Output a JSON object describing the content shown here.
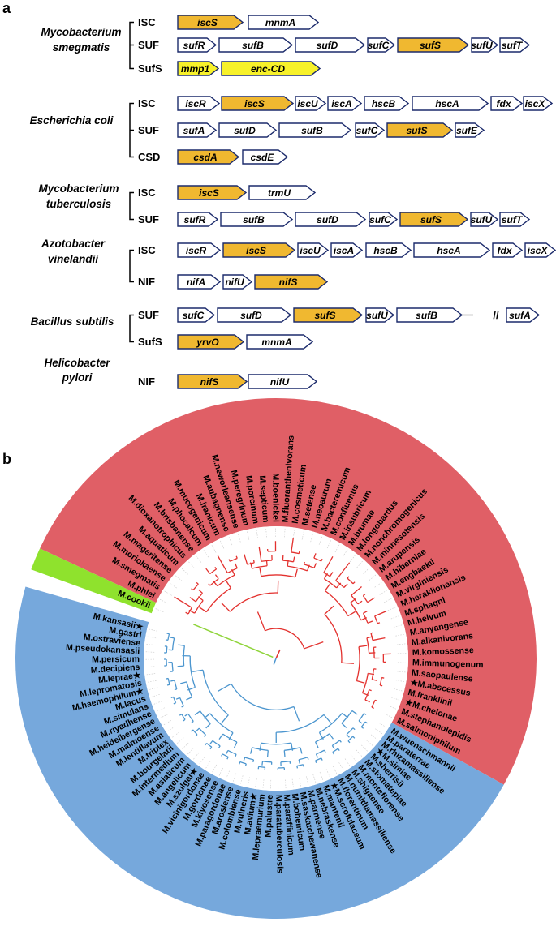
{
  "panel_a": {
    "label": "a",
    "organisms": [
      {
        "name": [
          "Mycobacterium",
          "smegmatis"
        ],
        "systems": [
          {
            "name": "ISC",
            "genes": [
              {
                "name": "iscS",
                "color": "#f0b830"
              },
              {
                "name": "mnmA",
                "color": "#ffffff"
              }
            ]
          },
          {
            "name": "SUF",
            "genes": [
              {
                "name": "sufR",
                "color": "#ffffff"
              },
              {
                "name": "sufB",
                "color": "#ffffff"
              },
              {
                "name": "sufD",
                "color": "#ffffff"
              },
              {
                "name": "sufC",
                "color": "#ffffff"
              },
              {
                "name": "sufS",
                "color": "#f0b830"
              },
              {
                "name": "sufU",
                "color": "#ffffff"
              },
              {
                "name": "sufT",
                "color": "#ffffff"
              }
            ]
          },
          {
            "name": "SufS",
            "genes": [
              {
                "name": "mmp1",
                "color": "#f7f12a"
              },
              {
                "name": "enc-CD",
                "color": "#f7f12a"
              }
            ]
          }
        ]
      },
      {
        "name": [
          "Escherichia coli"
        ],
        "systems": [
          {
            "name": "ISC",
            "genes": [
              {
                "name": "iscR",
                "color": "#ffffff"
              },
              {
                "name": "iscS",
                "color": "#f0b830"
              },
              {
                "name": "iscU",
                "color": "#ffffff"
              },
              {
                "name": "iscA",
                "color": "#ffffff"
              },
              {
                "name": "hscB",
                "color": "#ffffff"
              },
              {
                "name": "hscA",
                "color": "#ffffff"
              },
              {
                "name": "fdx",
                "color": "#ffffff"
              },
              {
                "name": "iscX",
                "color": "#ffffff"
              }
            ]
          },
          {
            "name": "SUF",
            "genes": [
              {
                "name": "sufA",
                "color": "#ffffff"
              },
              {
                "name": "sufD",
                "color": "#ffffff"
              },
              {
                "name": "sufB",
                "color": "#ffffff"
              },
              {
                "name": "sufC",
                "color": "#ffffff"
              },
              {
                "name": "sufS",
                "color": "#f0b830"
              },
              {
                "name": "sufE",
                "color": "#ffffff"
              }
            ]
          },
          {
            "name": "CSD",
            "genes": [
              {
                "name": "csdA",
                "color": "#f0b830"
              },
              {
                "name": "csdE",
                "color": "#ffffff"
              }
            ]
          }
        ]
      },
      {
        "name": [
          "Mycobacterium",
          "tuberculosis"
        ],
        "systems": [
          {
            "name": "ISC",
            "genes": [
              {
                "name": "iscS",
                "color": "#f0b830"
              },
              {
                "name": "trmU",
                "color": "#ffffff"
              }
            ]
          },
          {
            "name": "SUF",
            "genes": [
              {
                "name": "sufR",
                "color": "#ffffff"
              },
              {
                "name": "sufB",
                "color": "#ffffff"
              },
              {
                "name": "sufD",
                "color": "#ffffff"
              },
              {
                "name": "sufC",
                "color": "#ffffff"
              },
              {
                "name": "sufS",
                "color": "#f0b830"
              },
              {
                "name": "sufU",
                "color": "#ffffff"
              },
              {
                "name": "sufT",
                "color": "#ffffff"
              }
            ]
          }
        ]
      },
      {
        "name": [
          "Azotobacter",
          "vinelandii"
        ],
        "systems": [
          {
            "name": "ISC",
            "genes": [
              {
                "name": "iscR",
                "color": "#ffffff"
              },
              {
                "name": "iscS",
                "color": "#f0b830"
              },
              {
                "name": "iscU",
                "color": "#ffffff"
              },
              {
                "name": "iscA",
                "color": "#ffffff"
              },
              {
                "name": "hscB",
                "color": "#ffffff"
              },
              {
                "name": "hscA",
                "color": "#ffffff"
              },
              {
                "name": "fdx",
                "color": "#ffffff"
              },
              {
                "name": "iscX",
                "color": "#ffffff"
              }
            ]
          },
          {
            "name": "NIF",
            "genes": [
              {
                "name": "nifA",
                "color": "#ffffff"
              },
              {
                "name": "nifU",
                "color": "#ffffff"
              },
              {
                "name": "nifS",
                "color": "#f0b830"
              }
            ]
          }
        ]
      },
      {
        "name": [
          "Bacillus subtilis"
        ],
        "systems": [
          {
            "name": "SUF",
            "genes": [
              {
                "name": "sufC",
                "color": "#ffffff"
              },
              {
                "name": "sufD",
                "color": "#ffffff"
              },
              {
                "name": "sufS",
                "color": "#f0b830"
              },
              {
                "name": "sufU",
                "color": "#ffffff"
              },
              {
                "name": "sufB",
                "color": "#ffffff"
              },
              {
                "name": "sufA",
                "color": "#ffffff"
              }
            ],
            "gap_mark": "//"
          },
          {
            "name": "SufS",
            "genes": [
              {
                "name": "yrvO",
                "color": "#f0b830"
              },
              {
                "name": "mnmA",
                "color": "#ffffff"
              }
            ]
          }
        ]
      },
      {
        "name": [
          "Helicobacter",
          "pylori"
        ],
        "systems": [
          {
            "name": "NIF",
            "genes": [
              {
                "name": "nifS",
                "color": "#f0b830"
              },
              {
                "name": "nifU",
                "color": "#ffffff"
              }
            ]
          }
        ]
      }
    ]
  },
  "panel_b": {
    "label": "b",
    "colors": {
      "red_clade": "#e05f66",
      "green_clade": "#8fe22d",
      "blue_clade": "#76a8dc",
      "red_branch": "#e3312e",
      "green_branch": "#8fd43a",
      "blue_branch": "#4c96cf"
    },
    "star": "★",
    "clades": [
      {
        "id": "red",
        "leaves": [
          {
            "name": "M.salmoniphilum",
            "star": false
          },
          {
            "name": "M.stephanolepidis",
            "star": false
          },
          {
            "name": "M.chelonae",
            "star": true
          },
          {
            "name": "M.franklinii",
            "star": false
          },
          {
            "name": "M.abscessus",
            "star": true
          },
          {
            "name": "M.saopaulense",
            "star": false
          },
          {
            "name": "M.immunogenum",
            "star": false
          },
          {
            "name": "M.komossense",
            "star": false
          },
          {
            "name": "M.alkanivorans",
            "star": false
          },
          {
            "name": "M.anyangense",
            "star": false
          },
          {
            "name": "M.helvum",
            "star": false
          },
          {
            "name": "M.sphagni",
            "star": false
          },
          {
            "name": "M.heraklionensis",
            "star": false
          },
          {
            "name": "M.virginiensis",
            "star": false
          },
          {
            "name": "M.engbaekii",
            "star": false
          },
          {
            "name": "M.hiberniae",
            "star": false
          },
          {
            "name": "M.arupensis",
            "star": false
          },
          {
            "name": "M.minnesotensis",
            "star": false
          },
          {
            "name": "M.nonchromogenicus",
            "star": false
          },
          {
            "name": "M.longobardus",
            "star": false
          },
          {
            "name": "M.brumae",
            "star": false
          },
          {
            "name": "M.insubricum",
            "star": false
          },
          {
            "name": "M.confluentis",
            "star": false
          },
          {
            "name": "M.bacteremicum",
            "star": false
          },
          {
            "name": "M.neoaurum",
            "star": false
          },
          {
            "name": "M.setense",
            "star": false
          },
          {
            "name": "M.cosmeticum",
            "star": false
          },
          {
            "name": "M.fluoranthenivorans",
            "star": false
          },
          {
            "name": "M.boenickei",
            "star": false
          },
          {
            "name": "M.septicum",
            "star": false
          },
          {
            "name": "M.porcinum",
            "star": false
          },
          {
            "name": "M.peregrinum",
            "star": false
          },
          {
            "name": "M.neworleansense",
            "star": false
          },
          {
            "name": "M.aubagnense",
            "star": false
          },
          {
            "name": "M.iranicum",
            "star": false
          },
          {
            "name": "M.mucogenicum",
            "star": false
          },
          {
            "name": "M.phocaicum",
            "star": false
          },
          {
            "name": "M.brisbanense",
            "star": false
          },
          {
            "name": "M.dioxanotrophicus",
            "star": false
          },
          {
            "name": "M.aquaticum",
            "star": false
          },
          {
            "name": "M.mageritense",
            "star": false
          },
          {
            "name": "M.moriokaense",
            "star": false
          },
          {
            "name": "M.smegmatis",
            "star": false
          },
          {
            "name": "M.phlei",
            "star": false
          }
        ]
      },
      {
        "id": "green",
        "leaves": [
          {
            "name": "M.cookii",
            "star": false
          }
        ]
      },
      {
        "id": "blue",
        "leaves": [
          {
            "name": "M.kansasii",
            "star": true
          },
          {
            "name": "M.gastri",
            "star": false
          },
          {
            "name": "M.ostraviense",
            "star": false
          },
          {
            "name": "M.pseudokansasii",
            "star": false
          },
          {
            "name": "M.persicum",
            "star": false
          },
          {
            "name": "M.decipiens",
            "star": false
          },
          {
            "name": "M.leprae",
            "star": true
          },
          {
            "name": "M.lepromatosis",
            "star": false
          },
          {
            "name": "M.haemophilum",
            "star": true
          },
          {
            "name": "M.lacus",
            "star": false
          },
          {
            "name": "M.simulans",
            "star": false
          },
          {
            "name": "M.riyadhense",
            "star": false
          },
          {
            "name": "M.heidelbergense",
            "star": false
          },
          {
            "name": "M.malmoense",
            "star": false
          },
          {
            "name": "M.lentiflavum",
            "star": false
          },
          {
            "name": "M.triplex",
            "star": false
          },
          {
            "name": "M.bourgelatii",
            "star": false
          },
          {
            "name": "M.intermedium",
            "star": false
          },
          {
            "name": "M.asiaticum",
            "star": false
          },
          {
            "name": "M.angelicum",
            "star": false
          },
          {
            "name": "M.szulgai",
            "star": true
          },
          {
            "name": "M.vicinigordonae",
            "star": false
          },
          {
            "name": "M.gordonae",
            "star": false
          },
          {
            "name": "M.kiyosense",
            "star": false
          },
          {
            "name": "M.paragordonae",
            "star": false
          },
          {
            "name": "M.arosiense",
            "star": false
          },
          {
            "name": "M.colombiense",
            "star": false
          },
          {
            "name": "M.vulneris",
            "star": false
          },
          {
            "name": "M.avium",
            "star": true
          },
          {
            "name": "M.lepraemurium",
            "star": false
          },
          {
            "name": "M.palustre",
            "star": false
          },
          {
            "name": "M.paratuberculosis",
            "star": false
          },
          {
            "name": "M.paraffinicum",
            "star": false
          },
          {
            "name": "M.bohemicum",
            "star": false
          },
          {
            "name": "M.saskatchewanense",
            "star": false
          },
          {
            "name": "M.parmense",
            "star": false
          },
          {
            "name": "M.nebraskense",
            "star": false
          },
          {
            "name": "M.mantenii",
            "star": false
          },
          {
            "name": "M.scrofulaceum",
            "star": true
          },
          {
            "name": "M.florentinum",
            "star": false
          },
          {
            "name": "M.numidiamassiliense",
            "star": false
          },
          {
            "name": "M.shigaense",
            "star": false
          },
          {
            "name": "M.montefiorense",
            "star": false
          },
          {
            "name": "M.stomatepiae",
            "star": false
          },
          {
            "name": "M.sherrisii",
            "star": false
          },
          {
            "name": "M.simiae",
            "star": true
          },
          {
            "name": "M.rhizamassiliense",
            "star": false
          },
          {
            "name": "M.paraterrae",
            "star": false
          },
          {
            "name": "M.wuenschmannii",
            "star": false
          }
        ]
      }
    ]
  }
}
